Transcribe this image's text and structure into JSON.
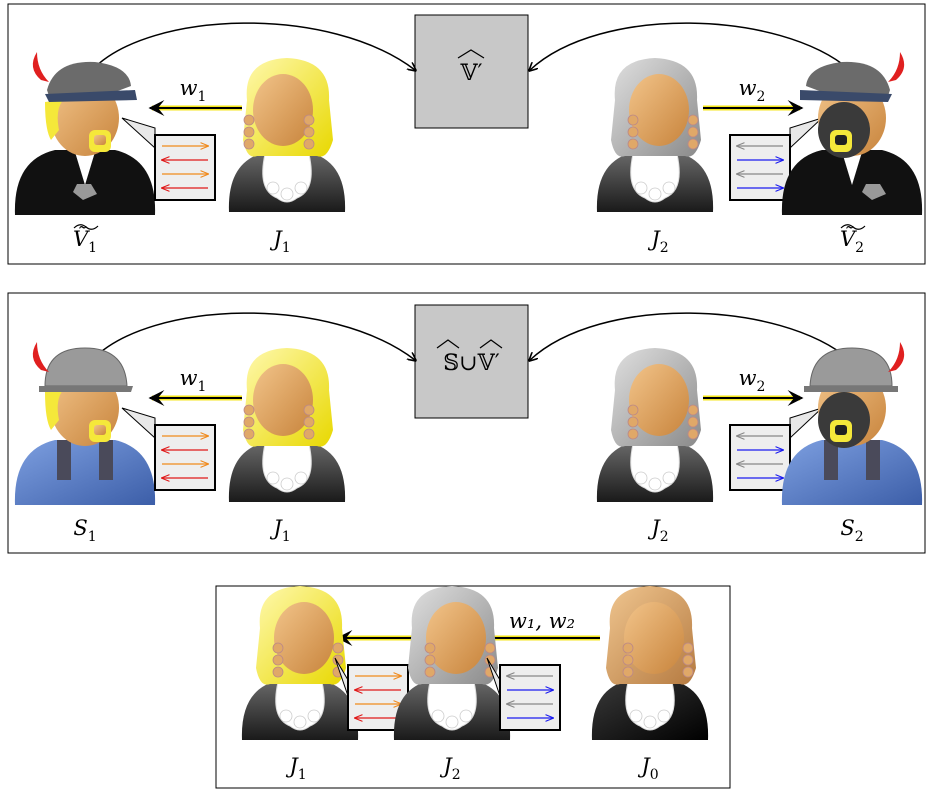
{
  "panels": [
    {
      "center_box": {
        "text": "𝕍′",
        "hat": true
      },
      "left_attacker": {
        "name": "Ṽ",
        "sub": "1",
        "kind": "police"
      },
      "left_judge": {
        "name": "J",
        "sub": "1"
      },
      "right_judge": {
        "name": "J",
        "sub": "2"
      },
      "right_attacker": {
        "name": "Ṽ",
        "sub": "2",
        "kind": "police"
      },
      "w_left": {
        "name": "w",
        "sub": "1"
      },
      "w_right": {
        "name": "w",
        "sub": "2"
      }
    },
    {
      "center_box": {
        "text": "𝕊∪𝕍′",
        "hat": true
      },
      "left_attacker": {
        "name": "S",
        "sub": "1",
        "kind": "worker"
      },
      "left_judge": {
        "name": "J",
        "sub": "1"
      },
      "right_judge": {
        "name": "J",
        "sub": "2"
      },
      "right_attacker": {
        "name": "S",
        "sub": "2",
        "kind": "worker"
      },
      "w_left": {
        "name": "w",
        "sub": "1"
      },
      "w_right": {
        "name": "w",
        "sub": "2"
      }
    }
  ],
  "bottom_panel": {
    "judges": [
      {
        "name": "J",
        "sub": "1"
      },
      {
        "name": "J",
        "sub": "2"
      },
      {
        "name": "J",
        "sub": "0"
      }
    ],
    "arrow_label": "w₁, w₂"
  },
  "colors": {
    "judge1_wig": "#f5e83a",
    "judge2_wig": "#a9a9a9",
    "judge0_wig": "#d9a36b",
    "skin": "#e0a868",
    "box_fill": "#c8c8c8",
    "arrow_yellow": "#f4e61c",
    "orange_arrow": "#f08a1c",
    "red_arrow": "#e01818",
    "gray_arrow": "#888888",
    "blue_arrow": "#1c1cf0",
    "police_uniform": "#111111",
    "worker_uniform": "#5b7fc4",
    "devil_horn": "#e02020"
  },
  "icons": [
    "judge-wig-icon",
    "police-officer-icon",
    "worker-helmet-icon",
    "devil-horn-icon",
    "message-card-icon"
  ]
}
